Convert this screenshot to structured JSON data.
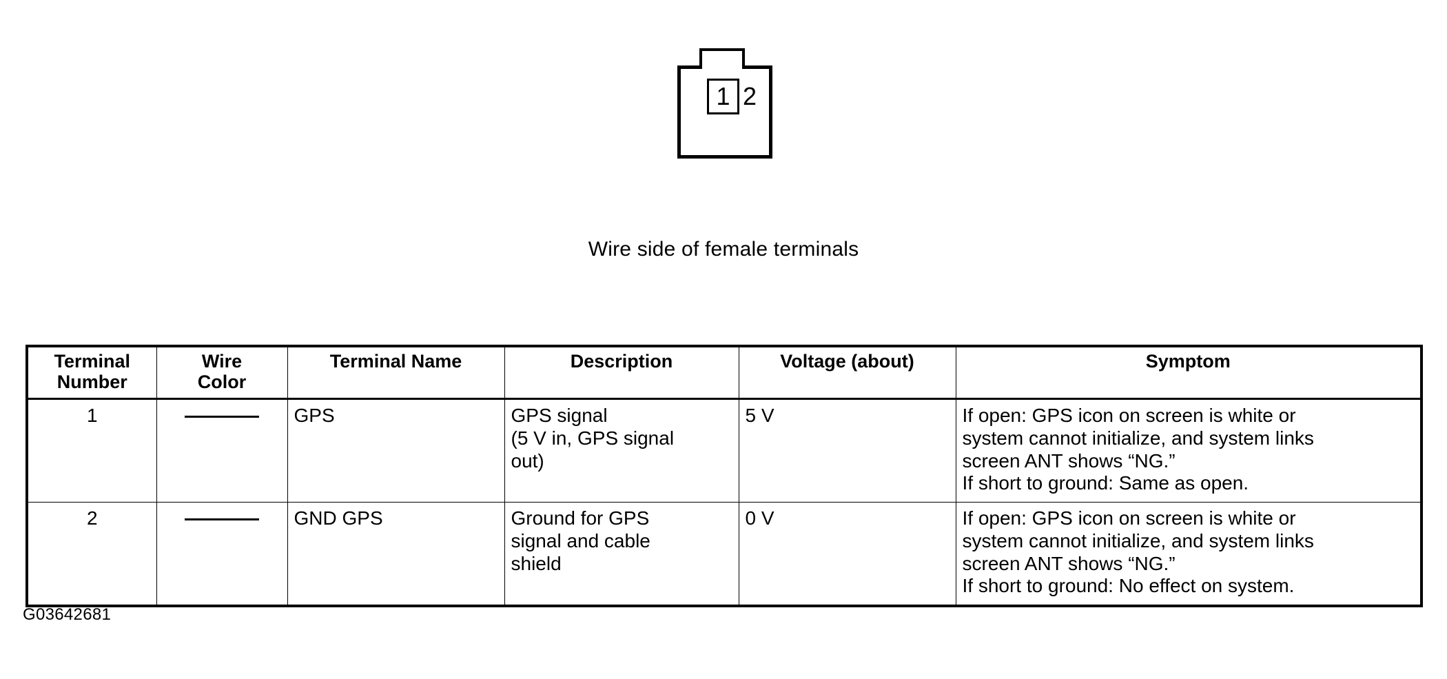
{
  "connector": {
    "pin_boxed_label": "1",
    "pin_plain_label": "2",
    "caption": "Wire side of female terminals"
  },
  "table": {
    "headers": [
      "Terminal\nNumber",
      "Wire\nColor",
      "Terminal Name",
      "Description",
      "Voltage (about)",
      "Symptom"
    ],
    "rows": [
      {
        "terminal_number": "1",
        "wire_color": "",
        "terminal_name": "GPS",
        "description_lines": [
          "GPS signal",
          "(5 V in, GPS signal",
          "out)"
        ],
        "voltage": "5 V",
        "symptom_lines": [
          "If open: GPS icon on screen is white or",
          "system cannot initialize, and system links",
          "screen ANT shows “NG.”",
          "If short to ground: Same as open."
        ]
      },
      {
        "terminal_number": "2",
        "wire_color": "",
        "terminal_name": "GND GPS",
        "description_lines": [
          "Ground for GPS",
          "signal and cable",
          "shield"
        ],
        "voltage": "0 V",
        "symptom_lines": [
          "If open: GPS icon on screen is white or",
          "system cannot initialize, and system links",
          "screen ANT shows “NG.”",
          "If short to ground: No effect on system."
        ]
      }
    ]
  },
  "figure_code": "G03642681",
  "colors": {
    "ink": "#000000",
    "page": "#ffffff"
  }
}
